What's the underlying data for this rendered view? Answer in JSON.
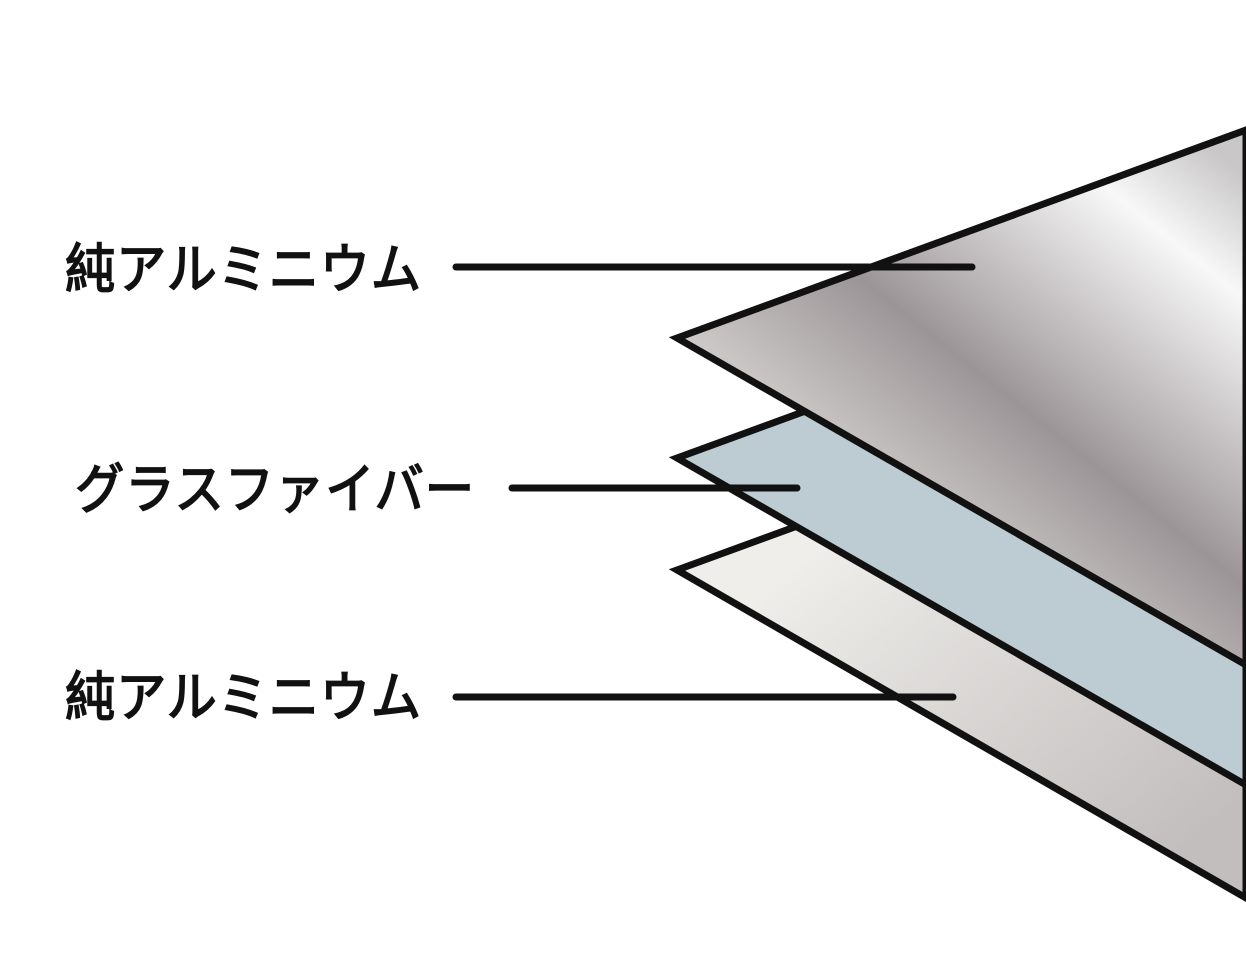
{
  "labels": {
    "top_layer": "純アルミニウム",
    "middle_layer": "グラスファイバー",
    "bottom_layer": "純アルミニウム"
  },
  "colors": {
    "outline": "#111111",
    "fiberglass": "#bdcbd3",
    "aluminum_light": "#f2f1ee",
    "aluminum_dark": "#9a9496"
  }
}
